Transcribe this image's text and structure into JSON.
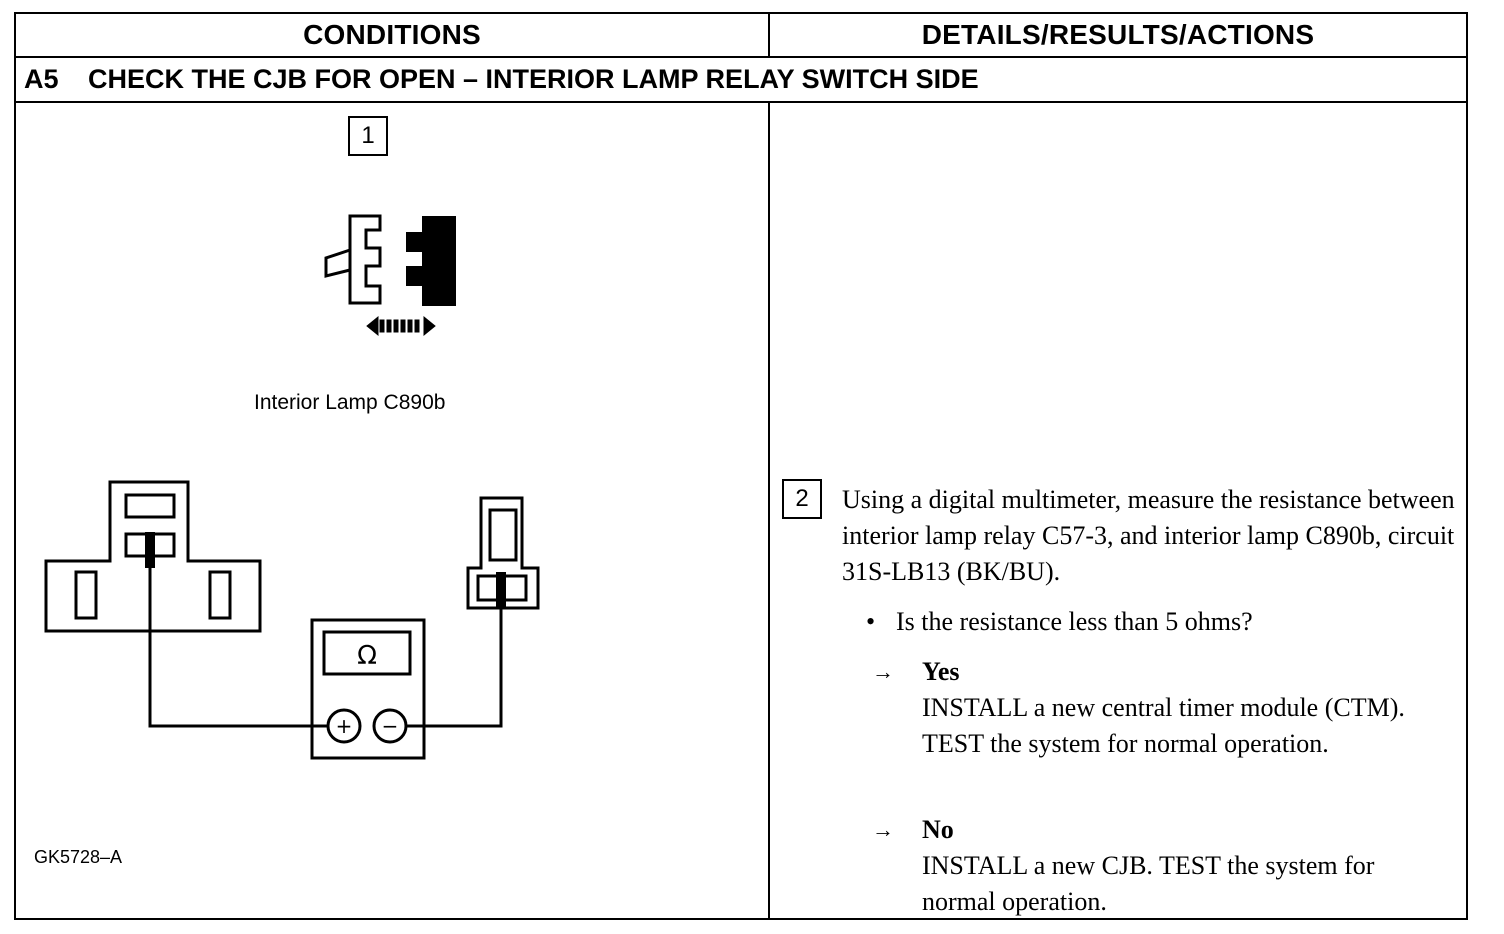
{
  "headers": {
    "conditions": "CONDITIONS",
    "details": "DETAILS/RESULTS/ACTIONS"
  },
  "section": {
    "code": "A5",
    "title": "CHECK THE CJB FOR OPEN – INTERIOR LAMP RELAY SWITCH SIDE"
  },
  "steps": [
    {
      "number": "1"
    },
    {
      "number": "2"
    }
  ],
  "illustration": {
    "connector_label": "Interior Lamp C890b",
    "meter_symbol": "Ω",
    "plus_symbol": "+",
    "minus_symbol": "−",
    "figure_id": "GK5728–A"
  },
  "details": {
    "instruction": "Using a digital multimeter, measure the resistance between interior lamp relay C57-3, and interior lamp C890b, circuit 31S-LB13 (BK/BU).",
    "question": "Is the resistance less than 5 ohms?",
    "bullet": "•",
    "arrow": "→",
    "yes_label": "Yes",
    "yes_action": "INSTALL a new central timer module (CTM). TEST the system for normal operation.",
    "no_label": "No",
    "no_action": "INSTALL a new CJB. TEST the system for normal operation."
  }
}
